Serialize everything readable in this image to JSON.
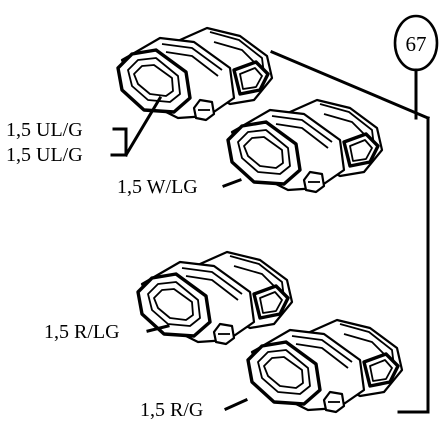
{
  "callout": {
    "number": "67"
  },
  "labels": {
    "ul_g_1": "1,5 UL/G",
    "ul_g_2": "1,5 UL/G",
    "w_lg": "1,5 W/LG",
    "r_lg": "1,5 R/LG",
    "r_g": "1,5 R/G"
  }
}
